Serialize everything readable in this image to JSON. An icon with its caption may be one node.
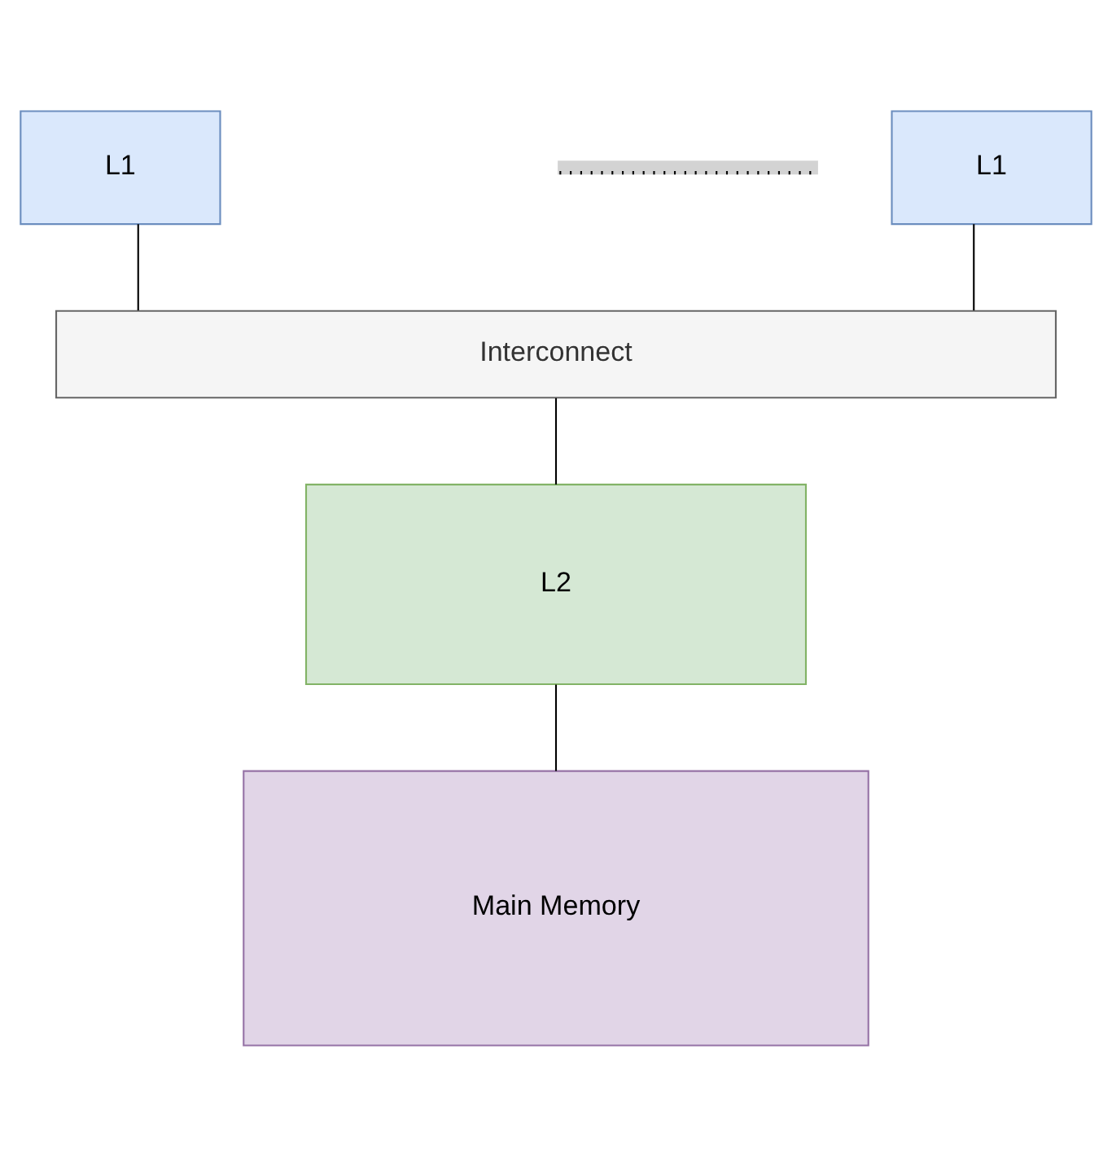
{
  "diagram": {
    "nodes": [
      {
        "text": [
          "L1"
        ]
      },
      {
        "text": [
          "L1"
        ]
      },
      {
        "text": [
          "Interconnect"
        ]
      },
      {
        "text": [
          "L2"
        ]
      },
      {
        "text": [
          "Main Memory"
        ]
      }
    ],
    "edges": [
      {
        "from": 0,
        "to": 2,
        "arrow": "none"
      },
      {
        "from": 1,
        "to": 2,
        "arrow": "none"
      },
      {
        "from": 2,
        "to": 3,
        "arrow": "none"
      },
      {
        "from": 3,
        "to": 4,
        "arrow": "none"
      }
    ]
  }
}
